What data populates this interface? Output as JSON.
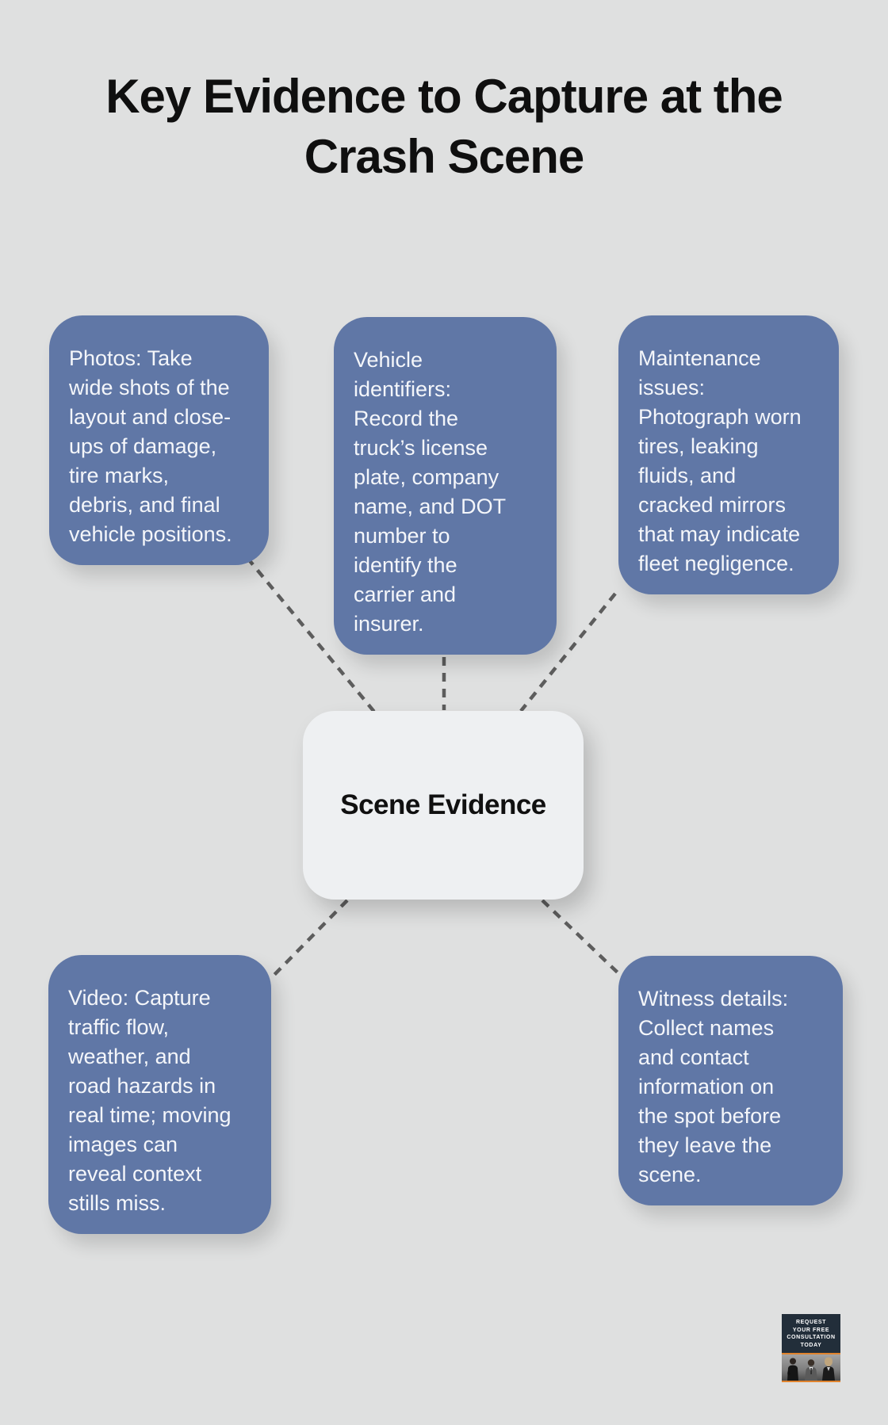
{
  "title": "Key Evidence to Capture at the\nCrash Scene",
  "center_node": {
    "label": "Scene Evidence"
  },
  "nodes": [
    {
      "id": "photos",
      "text": "Photos: Take\nwide shots of the\nlayout and close-\nups of damage,\ntire marks,\ndebris, and final\nvehicle positions."
    },
    {
      "id": "vehicle-identifiers",
      "text": "Vehicle\nidentifiers:\nRecord the\ntruck’s license\nplate, company\nname, and DOT\nnumber to\nidentify the\ncarrier and\ninsurer."
    },
    {
      "id": "maintenance-issues",
      "text": "Maintenance\nissues:\nPhotograph worn\ntires, leaking\nfluids, and\ncracked mirrors\nthat may indicate\nfleet negligence."
    },
    {
      "id": "video",
      "text": "Video: Capture\ntraffic flow,\nweather, and\nroad hazards in\nreal time; moving\nimages can\nreveal context\nstills miss."
    },
    {
      "id": "witness-details",
      "text": "Witness details:\nCollect names\nand contact\ninformation on\nthe spot before\nthey leave the\nscene."
    }
  ],
  "consultation_badge": {
    "lines": [
      "REQUEST",
      "YOUR FREE",
      "CONSULTATION",
      "TODAY"
    ]
  },
  "colors": {
    "background": "#dfe0e0",
    "node_blue": "#6077a6",
    "node_text": "#f4f6fa",
    "center_bg": "#eef0f2",
    "title_text": "#0f0f0f",
    "connector": "#5d5d5d",
    "badge_bg": "#222e3a",
    "badge_accent": "#e0832d"
  }
}
